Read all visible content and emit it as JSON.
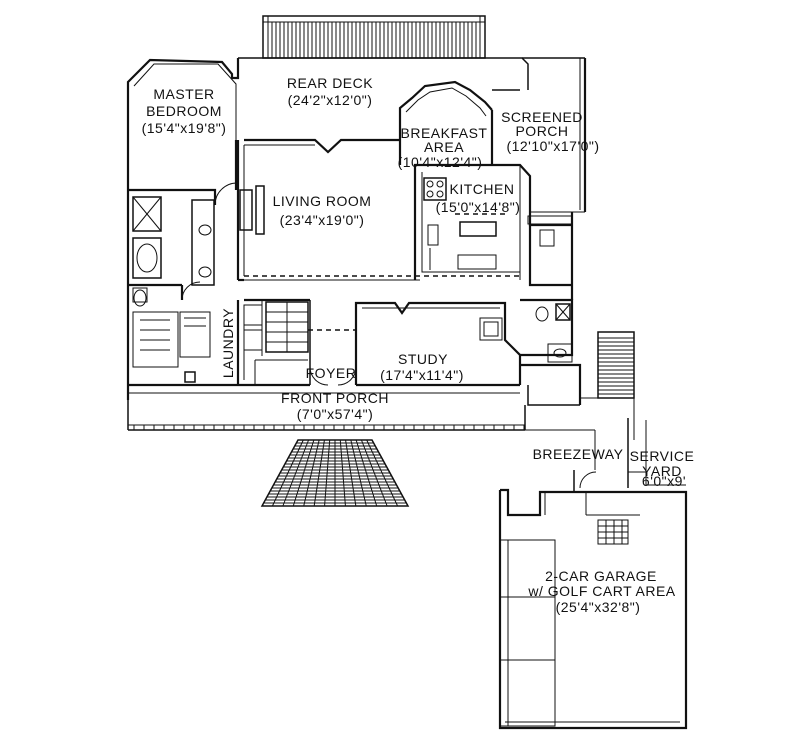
{
  "rooms": {
    "rear_deck": {
      "name": "REAR DECK",
      "size": "(24'2\"x12'0\")"
    },
    "master_bedroom": {
      "name_line1": "MASTER",
      "name_line2": "BEDROOM",
      "size": "(15'4\"x19'8\")"
    },
    "screened_porch": {
      "name_line1": "SCREENED",
      "name_line2": "PORCH",
      "size": "(12'10\"x17'0\")"
    },
    "breakfast_area": {
      "name_line1": "BREAKFAST",
      "name_line2": "AREA",
      "size": "(10'4\"x12'4\")"
    },
    "kitchen": {
      "name": "KITCHEN",
      "size": "(15'0\"x14'8\")"
    },
    "living_room": {
      "name": "LIVING ROOM",
      "size": "(23'4\"x19'0\")"
    },
    "laundry": {
      "name": "LAUNDRY"
    },
    "foyer": {
      "name": "FOYER"
    },
    "study": {
      "name": "STUDY",
      "size": "(17'4\"x11'4\")"
    },
    "front_porch": {
      "name": "FRONT PORCH",
      "size": "(7'0\"x57'4\")"
    },
    "breezeway": {
      "name": "BREEZEWAY"
    },
    "service_yard": {
      "name_line1": "SERVICE",
      "name_line2": "YARD",
      "size": "6'0\"x9'"
    },
    "garage": {
      "name_line1": "2-CAR GARAGE",
      "name_line2": "w/ GOLF CART AREA",
      "size": "(25'4\"x32'8\")"
    }
  },
  "style": {
    "line_color": "#111111",
    "background": "#ffffff"
  }
}
